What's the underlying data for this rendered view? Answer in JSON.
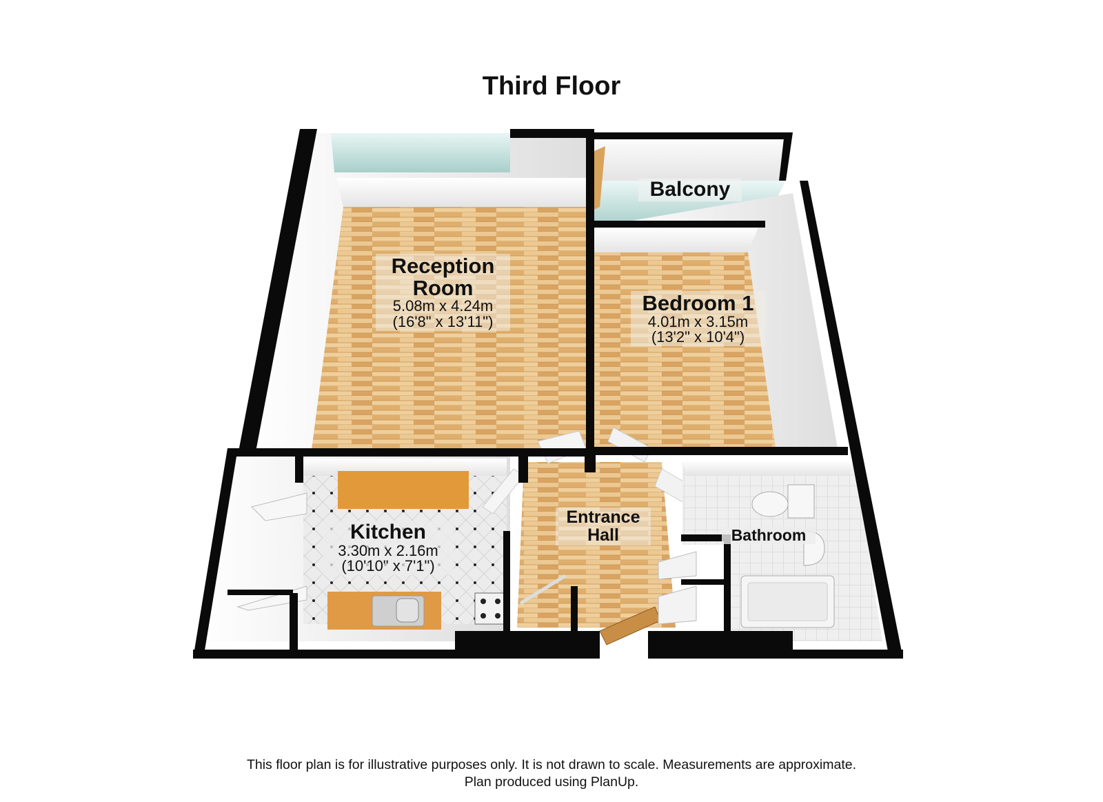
{
  "plan": {
    "title": "Third Floor",
    "rooms": [
      {
        "id": "reception",
        "name": "Reception Room",
        "name_line1": "Reception",
        "name_line2": "Room",
        "metric": "5.08m x 4.24m",
        "imperial": "(16'8\" x 13'11\")"
      },
      {
        "id": "bedroom1",
        "name": "Bedroom 1",
        "metric": "4.01m x 3.15m",
        "imperial": "(13'2\" x 10'4\")"
      },
      {
        "id": "balcony",
        "name": "Balcony"
      },
      {
        "id": "kitchen",
        "name": "Kitchen",
        "metric": "3.30m x 2.16m",
        "imperial": "(10'10\" x 7'1\")"
      },
      {
        "id": "entrance",
        "name": "Entrance Hall",
        "name_line1": "Entrance",
        "name_line2": "Hall"
      },
      {
        "id": "bathroom",
        "name": "Bathroom"
      }
    ],
    "colors": {
      "wall": "#0a0a0a",
      "wood_floor": "#e2b67a",
      "wood_floor_dark": "#c99455",
      "wall_face": "#f4f4f4",
      "glass": "#cfe9e6",
      "tile": "#eeeeee",
      "cabinet": "#e49a3a"
    }
  },
  "footer": {
    "line1": "This floor plan is for illustrative purposes only. It is not drawn to scale. Measurements are approximate.",
    "line2": "Plan produced using PlanUp."
  }
}
